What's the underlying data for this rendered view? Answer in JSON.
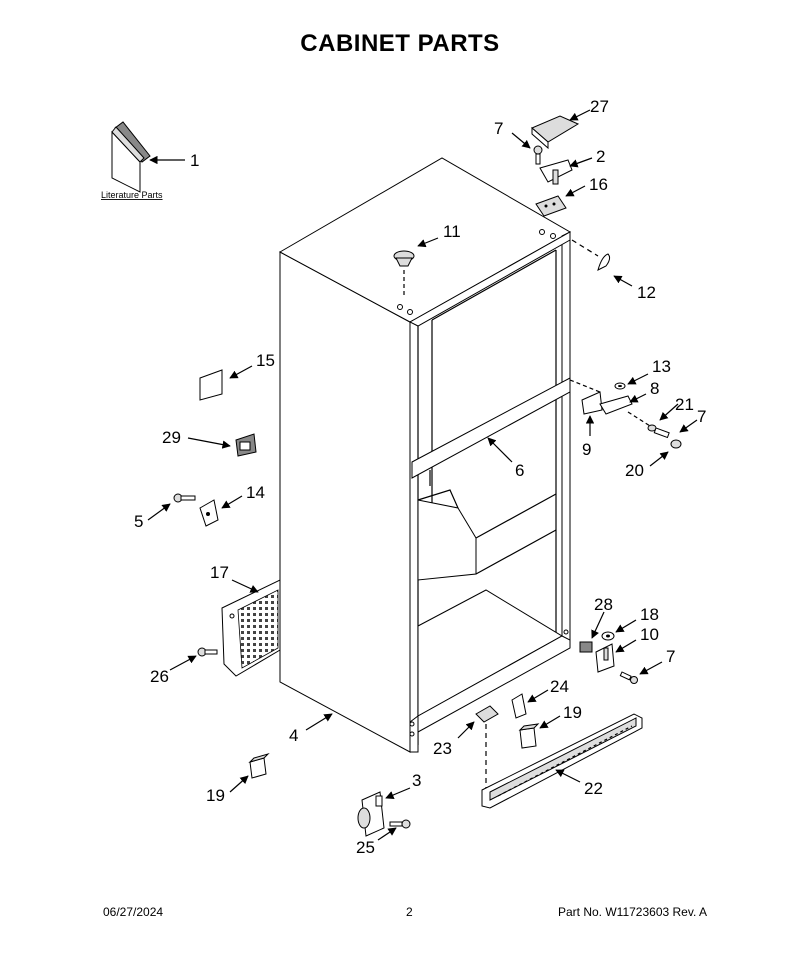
{
  "title": "CABINET PARTS",
  "literature_label": "Literature Parts",
  "callouts": {
    "c1": "1",
    "c2": "2",
    "c3": "3",
    "c4": "4",
    "c5": "5",
    "c6": "6",
    "c7a": "7",
    "c7b": "7",
    "c7c": "7",
    "c8": "8",
    "c9": "9",
    "c10": "10",
    "c11": "11",
    "c12": "12",
    "c13": "13",
    "c14": "14",
    "c15": "15",
    "c16": "16",
    "c17": "17",
    "c18": "18",
    "c19a": "19",
    "c19b": "19",
    "c20": "20",
    "c21": "21",
    "c22": "22",
    "c23": "23",
    "c24": "24",
    "c25": "25",
    "c26": "26",
    "c27": "27",
    "c28": "28",
    "c29": "29"
  },
  "footer": {
    "date": "06/27/2024",
    "page": "2",
    "part_info": "Part No.  W11723603  Rev.  A"
  }
}
